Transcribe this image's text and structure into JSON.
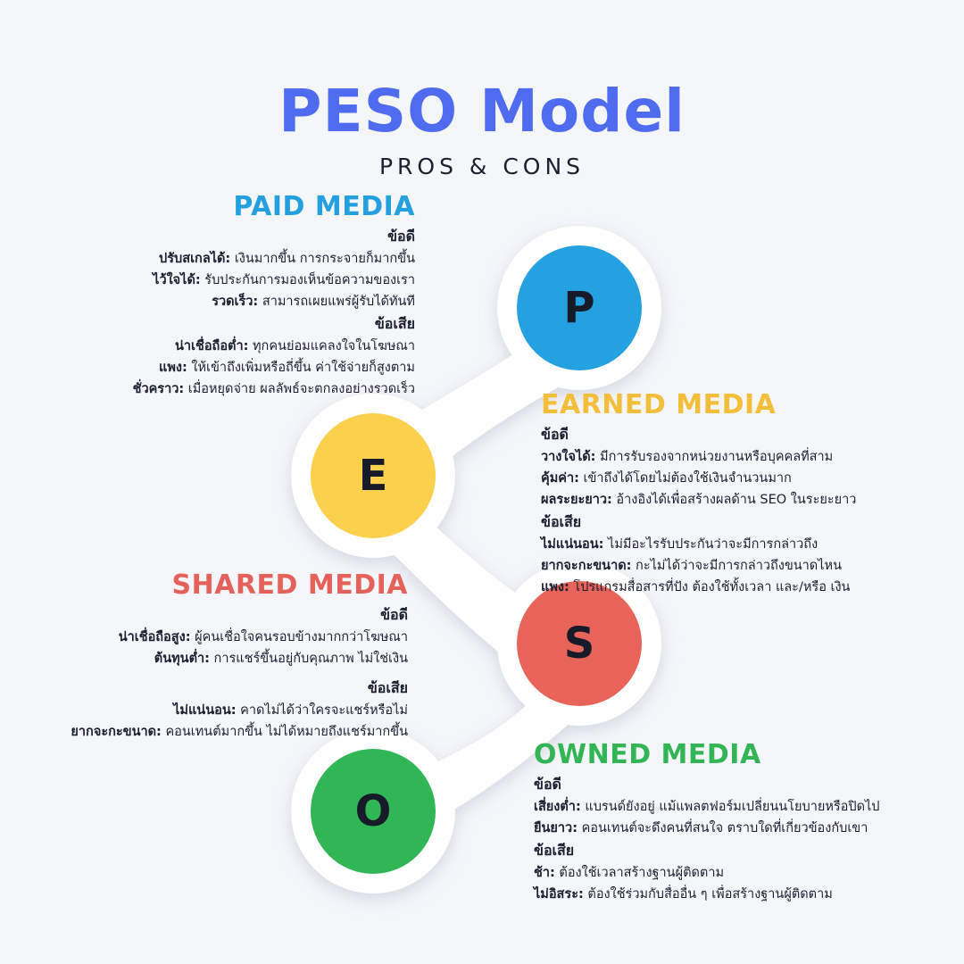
{
  "title": "PESO Model",
  "subtitle": "PROS & CONS",
  "colors": {
    "title": "#4f6bf0",
    "paid": "#24a1e1",
    "earned": "#fbd04c",
    "shared": "#e8645a",
    "owned": "#31b655",
    "background": "#f5f6fa"
  },
  "circles": {
    "p": "P",
    "e": "E",
    "s": "S",
    "o": "O"
  },
  "paid": {
    "heading": "PAID MEDIA",
    "pros_label": "ข้อดี",
    "pros": [
      {
        "key": "ปรับสเกลได้:",
        "text": " เงินมากขึ้น การกระจายก็มากขึ้น"
      },
      {
        "key": "ไว้ใจได้:",
        "text": " รับประกันการมองเห็นข้อความของเรา"
      },
      {
        "key": "รวดเร็ว:",
        "text": " สามารถเผยแพร่ผู้รับได้ทันที"
      }
    ],
    "cons_label": "ข้อเสีย",
    "cons": [
      {
        "key": "น่าเชื่อถือต่ำ:",
        "text": " ทุกคนย่อมแคลงใจในโฆษณา"
      },
      {
        "key": "แพง:",
        "text": " ให้เข้าถึงเพิ่มหรือถี่ขึ้น ค่าใช้จ่ายก็สูงตาม"
      },
      {
        "key": "ชั่วคราว:",
        "text": " เมื่อหยุดจ่าย ผลลัพธ์จะตกลงอย่างรวดเร็ว"
      }
    ]
  },
  "earned": {
    "heading": "EARNED MEDIA",
    "pros_label": "ข้อดี",
    "pros": [
      {
        "key": "วางใจได้:",
        "text": " มีการรับรองจากหน่วยงานหรือบุคคลที่สาม"
      },
      {
        "key": "คุ้มค่า:",
        "text": " เข้าถึงได้โดยไม่ต้องใช้เงินจำนวนมาก"
      },
      {
        "key": "ผลระยะยาว:",
        "text": " อ้างอิงได้เพื่อสร้างผลด้าน SEO ในระยะยาว"
      }
    ],
    "cons_label": "ข้อเสีย",
    "cons": [
      {
        "key": "ไม่แน่นอน:",
        "text": " ไม่มีอะไรรับประกันว่าจะมีการกล่าวถึง"
      },
      {
        "key": "ยากจะกะขนาด:",
        "text": " กะไม่ได้ว่าจะมีการกล่าวถึงขนาดไหน"
      },
      {
        "key": "แพง:",
        "text": " โปรแกรมสื่อสารที่ปัง ต้องใช้ทั้งเวลา และ/หรือ เงิน"
      }
    ]
  },
  "shared": {
    "heading": "SHARED MEDIA",
    "pros_label": "ข้อดี",
    "pros": [
      {
        "key": "น่าเชื่อถือสูง:",
        "text": " ผู้คนเชื่อใจคนรอบข้างมากกว่าโฆษณา"
      },
      {
        "key": "ต้นทุนต่ำ:",
        "text": " การแชร์ขึ้นอยู่กับคุณภาพ ไม่ใช่เงิน"
      }
    ],
    "cons_label": "ข้อเสีย",
    "cons": [
      {
        "key": "ไม่แน่นอน:",
        "text": " คาดไม่ได้ว่าใครจะแชร์หรือไม่"
      },
      {
        "key": "ยากจะกะขนาด:",
        "text": " คอนเทนต์มากขึ้น ไม่ได้หมายถึงแชร์มากขึ้น"
      }
    ]
  },
  "owned": {
    "heading": "OWNED MEDIA",
    "pros_label": "ข้อดี",
    "pros": [
      {
        "key": "เสี่ยงต่ำ:",
        "text": " แบรนด์ยังอยู่ แม้แพลตฟอร์มเปลี่ยนนโยบายหรือปิดไป"
      },
      {
        "key": "ยืนยาว:",
        "text": " คอนเทนต์จะดึงคนที่สนใจ ตราบใดที่เกี่ยวข้องกับเขา"
      }
    ],
    "cons_label": "ข้อเสีย",
    "cons": [
      {
        "key": "ช้า:",
        "text": " ต้องใช้เวลาสร้างฐานผู้ติดตาม"
      },
      {
        "key": "ไม่อิสระ:",
        "text": " ต้องใช้ร่วมกับสื่ออื่น ๆ เพื่อสร้างฐานผู้ติดตาม"
      }
    ]
  }
}
